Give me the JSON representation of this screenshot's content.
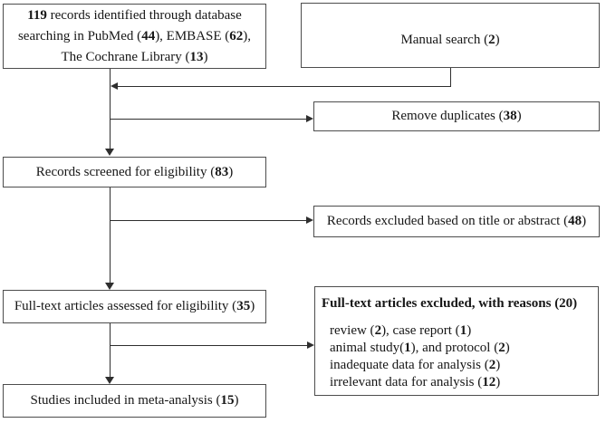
{
  "figure": {
    "type": "prisma-flow-diagram",
    "colors": {
      "box_border": "#4d4d4d",
      "line": "#2e2e2e",
      "text": "#161616",
      "background": "#ffffff"
    }
  },
  "boxes": {
    "identification": [
      [
        "119",
        " records identified through database"
      ],
      [
        "searching in PubMed (",
        "44",
        "), EMBASE (",
        "62",
        "),"
      ],
      [
        "The Cochrane Library (",
        "13",
        ")"
      ]
    ],
    "manual_search": [
      "Manual search (",
      "2",
      ")"
    ],
    "remove_duplicates": [
      "Remove duplicates (",
      "38",
      ")"
    ],
    "records_screened": [
      "Records screened for eligibility (",
      "83",
      ")"
    ],
    "records_excluded": [
      "Records excluded based on title or abstract (",
      "48",
      ")"
    ],
    "fulltext_assessed": [
      "Full-text articles assessed for eligibility (",
      "35",
      ")"
    ],
    "fulltext_excluded": {
      "header": "Full-text articles excluded, with reasons (20)",
      "reasons": [
        [
          "review (",
          "2",
          "), case report (",
          "1",
          ")"
        ],
        [
          "animal study(",
          "1",
          "), and protocol (",
          "2",
          ")"
        ],
        [
          "inadequate data for analysis (",
          "2",
          ")"
        ],
        [
          "irrelevant data for analysis (",
          "12",
          ")"
        ]
      ]
    },
    "included": [
      "Studies included in meta-analysis (",
      "15",
      ")"
    ]
  }
}
